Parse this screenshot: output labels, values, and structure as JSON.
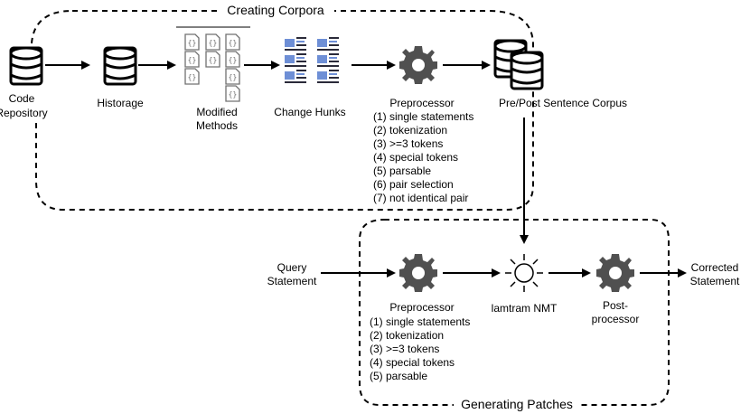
{
  "regions": {
    "top_title": "Creating Corpora",
    "bottom_title": "Generating Patches"
  },
  "nodes": {
    "code_repository": [
      "Code",
      "Repository"
    ],
    "historage": "Historage",
    "modified_methods": [
      "Modified",
      "Methods"
    ],
    "change_hunks": "Change Hunks",
    "preprocessor_top": {
      "title": "Preprocessor",
      "steps": [
        "(1) single statements",
        "(2) tokenization",
        "(3) >=3 tokens",
        "(4) special tokens",
        "(5) parsable",
        "(6) pair selection",
        "(7) not identical pair"
      ]
    },
    "corpus": "Pre/Post Sentence Corpus",
    "query_statement": [
      "Query",
      "Statement"
    ],
    "preprocessor_bottom": {
      "title": "Preprocessor",
      "steps": [
        "(1) single statements",
        "(2) tokenization",
        "(3) >=3 tokens",
        "(4) special tokens",
        "(5) parsable"
      ]
    },
    "nmt": "lamtram NMT",
    "postprocessor": [
      "Post-",
      "processor"
    ],
    "corrected_statement": [
      "Corrected",
      "Statement"
    ]
  },
  "icons": {
    "database": "database-icon",
    "file_braces": "code-file-icon",
    "hunk": "change-hunk-icon",
    "gear": "gear-icon",
    "sun": "light-icon"
  },
  "colors": {
    "icon_dark": "#000000",
    "gear": "#505050",
    "file_grey": "#707070",
    "hunk_blue": "#6e8fd6",
    "hunk_dark": "#2a2a3a"
  }
}
